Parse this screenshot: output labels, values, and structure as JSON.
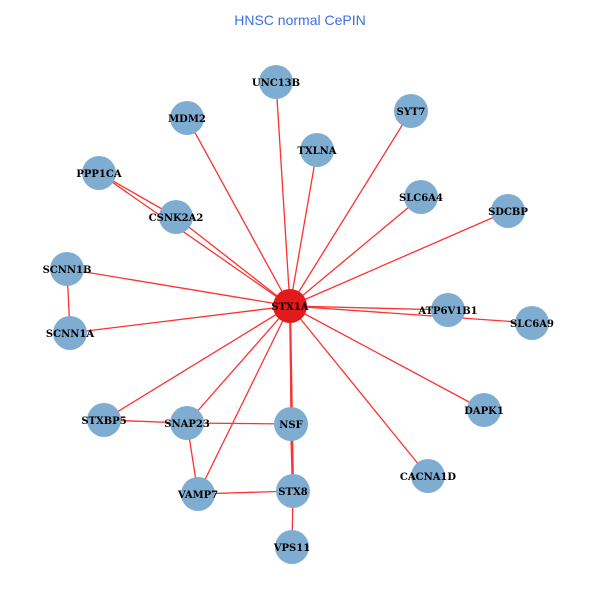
{
  "title": "HNSC normal CePIN",
  "colors": {
    "hub": "#e31a1c",
    "node": "#7fadd1",
    "edge": "#ff3030",
    "title": "#3b6fe0"
  },
  "hub": "STX1A",
  "nodes": [
    "STX1A",
    "UNC13B",
    "MDM2",
    "SYT7",
    "TXLNA",
    "PPP1CA",
    "CSNK2A2",
    "SLC6A4",
    "SDCBP",
    "SCNN1B",
    "SCNN1A",
    "ATP6V1B1",
    "SLC6A9",
    "STXBP5",
    "SNAP23",
    "NSF",
    "DAPK1",
    "VAMP7",
    "STX8",
    "CACNA1D",
    "VPS11"
  ],
  "edges": [
    [
      "STX1A",
      "UNC13B"
    ],
    [
      "STX1A",
      "MDM2"
    ],
    [
      "STX1A",
      "SYT7"
    ],
    [
      "STX1A",
      "TXLNA"
    ],
    [
      "STX1A",
      "PPP1CA"
    ],
    [
      "STX1A",
      "CSNK2A2"
    ],
    [
      "PPP1CA",
      "CSNK2A2"
    ],
    [
      "STX1A",
      "SLC6A4"
    ],
    [
      "STX1A",
      "SDCBP"
    ],
    [
      "STX1A",
      "SCNN1B"
    ],
    [
      "STX1A",
      "SCNN1A"
    ],
    [
      "SCNN1B",
      "SCNN1A"
    ],
    [
      "STX1A",
      "ATP6V1B1"
    ],
    [
      "STX1A",
      "SLC6A9"
    ],
    [
      "STX1A",
      "STXBP5"
    ],
    [
      "STX1A",
      "SNAP23"
    ],
    [
      "STX1A",
      "NSF"
    ],
    [
      "STX1A",
      "DAPK1"
    ],
    [
      "STX1A",
      "VAMP7"
    ],
    [
      "STX1A",
      "STX8"
    ],
    [
      "STX1A",
      "CACNA1D"
    ],
    [
      "STXBP5",
      "SNAP23"
    ],
    [
      "SNAP23",
      "NSF"
    ],
    [
      "SNAP23",
      "VAMP7"
    ],
    [
      "VAMP7",
      "STX8"
    ],
    [
      "NSF",
      "STX8"
    ],
    [
      "STX8",
      "VPS11"
    ]
  ]
}
